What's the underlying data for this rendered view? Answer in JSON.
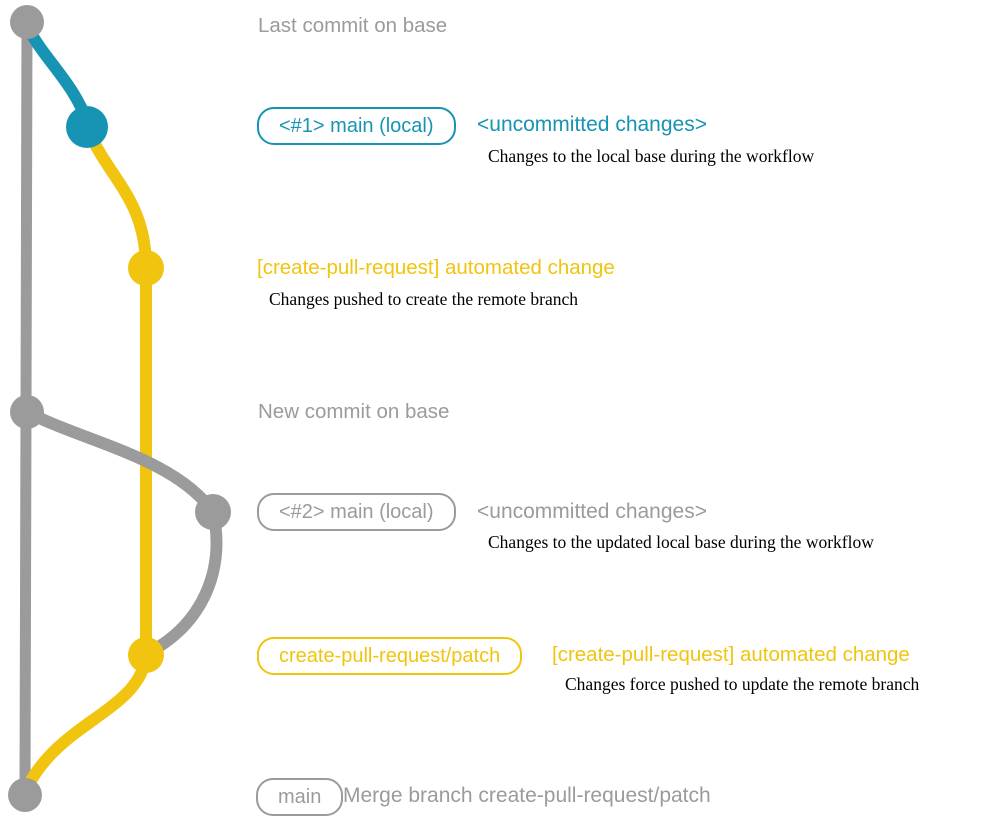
{
  "colors": {
    "gray": "#9b9b9b",
    "blue": "#1794b4",
    "yellow": "#f1c40f",
    "description_text": "#000000"
  },
  "diagram": {
    "type": "git-branch-graph",
    "branches": [
      {
        "name": "base",
        "color_key": "gray"
      },
      {
        "name": "uncommitted-changes",
        "color_key": "blue"
      },
      {
        "name": "create-pull-request/patch",
        "color_key": "yellow"
      }
    ],
    "commit_nodes": [
      {
        "id": "last-commit-on-base",
        "color_key": "gray"
      },
      {
        "id": "main-local-1",
        "color_key": "blue"
      },
      {
        "id": "automated-change-1",
        "color_key": "yellow"
      },
      {
        "id": "new-commit-on-base",
        "color_key": "gray"
      },
      {
        "id": "main-local-2",
        "color_key": "gray"
      },
      {
        "id": "automated-change-2",
        "color_key": "yellow"
      },
      {
        "id": "merge-commit",
        "color_key": "gray"
      }
    ]
  },
  "labels": {
    "last_commit": "Last commit on base",
    "branch1_badge": "<#1> main (local)",
    "branch1_tag": "<uncommitted changes>",
    "branch1_desc": "Changes to the local base during the workflow",
    "push1_title": "[create-pull-request] automated change",
    "push1_desc": "Changes pushed to create the remote branch",
    "new_commit": "New commit on base",
    "branch2_badge": "<#2> main (local)",
    "branch2_tag": "<uncommitted changes>",
    "branch2_desc": "Changes to the updated local base during the workflow",
    "patch_badge": "create-pull-request/patch",
    "push2_title": "[create-pull-request] automated change",
    "push2_desc": "Changes force pushed to update the remote branch",
    "main_badge": "main",
    "merge_text": "Merge branch create-pull-request/patch"
  }
}
